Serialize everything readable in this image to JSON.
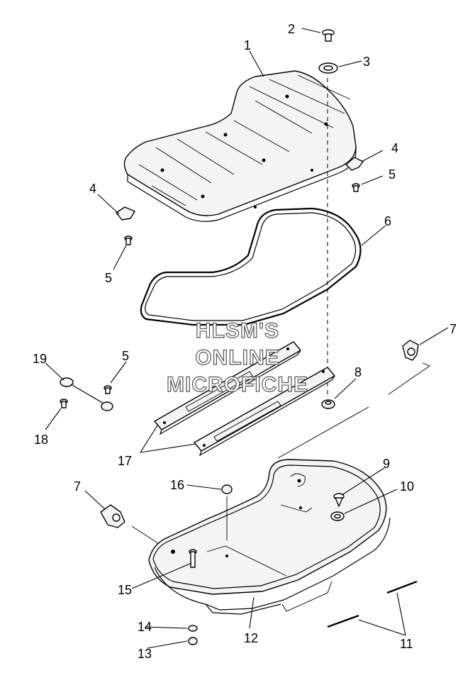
{
  "watermark": {
    "line1": "HLSM'S",
    "line2": "ONLINE",
    "line3": "MICROFICHE"
  },
  "callouts": {
    "c1": "1",
    "c2": "2",
    "c3": "3",
    "c4a": "4",
    "c4b": "4",
    "c5a": "5",
    "c5b": "5",
    "c5c": "5",
    "c6": "6",
    "c7a": "7",
    "c7b": "7",
    "c8": "8",
    "c9": "9",
    "c10": "10",
    "c11": "11",
    "c12": "12",
    "c13": "13",
    "c14": "14",
    "c15": "15",
    "c16": "16",
    "c17": "17",
    "c18": "18",
    "c19": "19"
  },
  "colors": {
    "ink": "#000000",
    "paper": "#ffffff",
    "watermark": "#555555"
  }
}
